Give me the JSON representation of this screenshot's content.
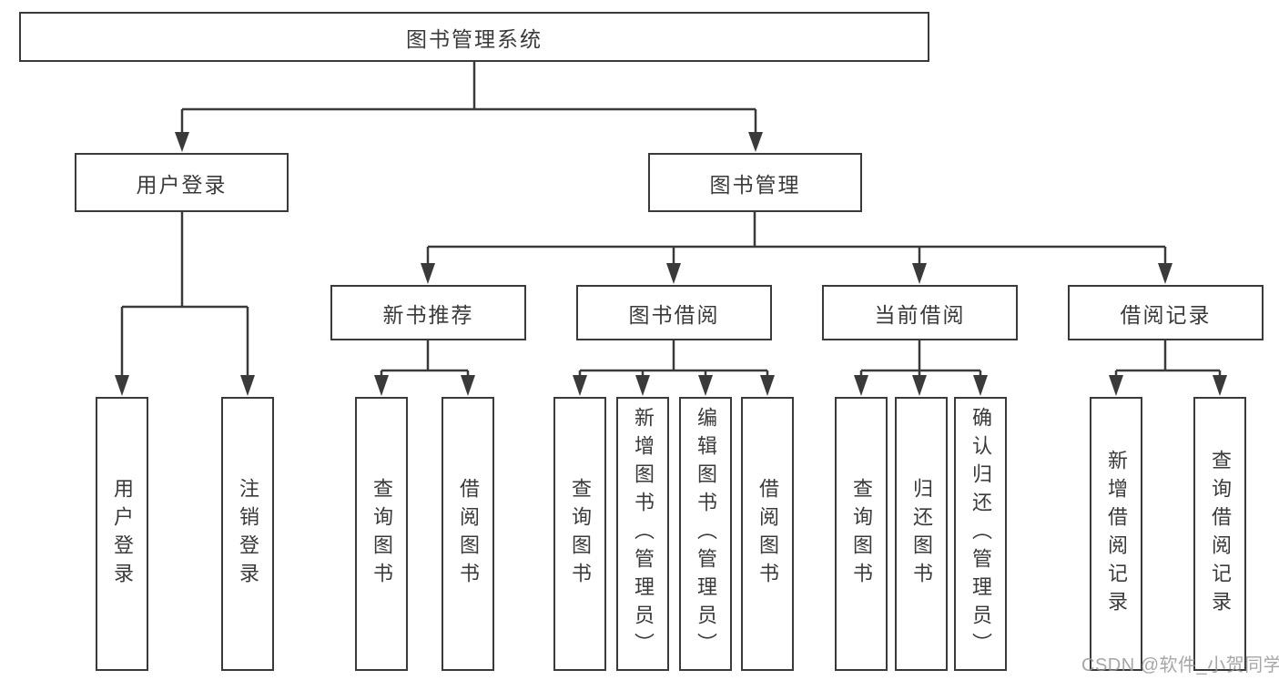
{
  "diagram_type": "hierarchy-tree",
  "colors": {
    "line": "#3a3a3a",
    "box_border": "#3a3a3a",
    "text": "#3a3a3a",
    "background": "#ffffff",
    "watermark": "#969696"
  },
  "tree": {
    "root": {
      "label": "图书管理系统",
      "children": [
        {
          "label": "用户登录",
          "children": [
            {
              "label": "用户登录"
            },
            {
              "label": "注销登录"
            }
          ]
        },
        {
          "label": "图书管理",
          "children": [
            {
              "label": "新书推荐",
              "children": [
                {
                  "label": "查询图书"
                },
                {
                  "label": "借阅图书"
                }
              ]
            },
            {
              "label": "图书借阅",
              "children": [
                {
                  "label": "查询图书"
                },
                {
                  "label": "新增图书（管理员）"
                },
                {
                  "label": "编辑图书（管理员）"
                },
                {
                  "label": "借阅图书"
                }
              ]
            },
            {
              "label": "当前借阅",
              "children": [
                {
                  "label": "查询图书"
                },
                {
                  "label": "归还图书"
                },
                {
                  "label": "确认归还（管理员）"
                }
              ]
            },
            {
              "label": "借阅记录",
              "children": [
                {
                  "label": "新增借阅记录"
                },
                {
                  "label": "查询借阅记录"
                }
              ]
            }
          ]
        }
      ]
    }
  },
  "watermark": {
    "text": "CSDN @软件_小贺同学"
  }
}
